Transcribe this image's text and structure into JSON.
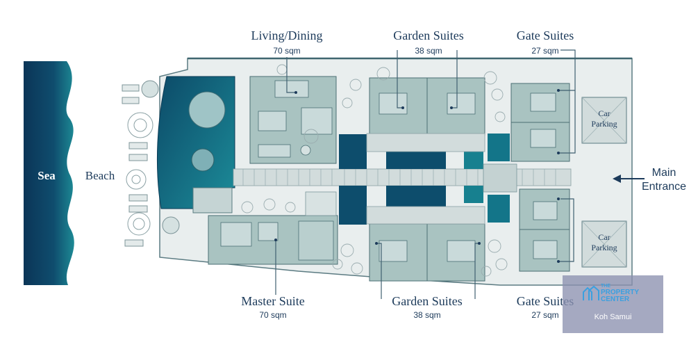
{
  "labels": {
    "sea": "Sea",
    "beach": "Beach",
    "main_entrance_1": "Main",
    "main_entrance_2": "Entrance",
    "living_dining": {
      "name": "Living/Dining",
      "size": "70 sqm"
    },
    "garden_suites_top": {
      "name": "Garden Suites",
      "size": "38 sqm"
    },
    "gate_suites_top": {
      "name": "Gate Suites",
      "size": "27 sqm"
    },
    "master_suite": {
      "name": "Master Suite",
      "size": "70 sqm"
    },
    "garden_suites_bottom": {
      "name": "Garden Suites",
      "size": "38 sqm"
    },
    "gate_suites_bottom": {
      "name": "Gate Suites",
      "size": "27 sqm"
    },
    "car_parking_top_1": "Car",
    "car_parking_top_2": "Parking",
    "car_parking_bottom_1": "Car",
    "car_parking_bottom_2": "Parking"
  },
  "watermark": {
    "line1": "THE",
    "line2": "PROPERTY",
    "line3": "CENTER",
    "location": "Koh Samui"
  },
  "colors": {
    "sea_dark": "#0b3a5c",
    "sea_teal": "#1e7f8e",
    "room": "#a9c3c1",
    "room_line": "#4a6f74",
    "site_bg": "#e9eeee",
    "deck": "#d2dcdc",
    "pool": "#0f6c80",
    "leader": "#3f5f70",
    "text": "#1c3a5a"
  }
}
